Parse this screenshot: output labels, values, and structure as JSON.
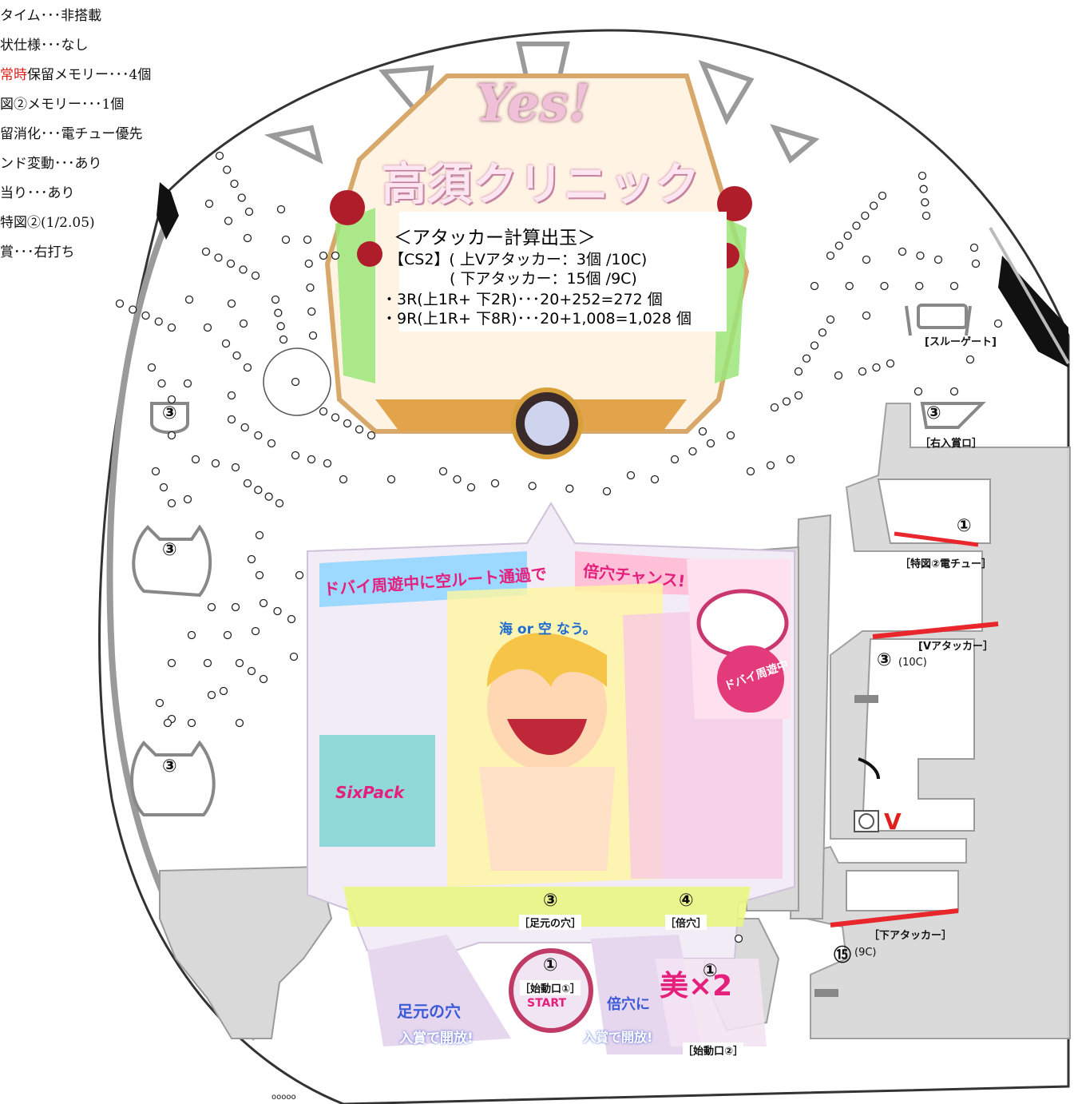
{
  "spec_lines": [
    {
      "text": "タイム･･･非搭載"
    },
    {
      "text": "状仕様･･･なし"
    },
    {
      "highlight": "常時",
      "text": "保留メモリー･･･4個"
    },
    {
      "text": "図②メモリー･･･1個"
    },
    {
      "text": "留消化･･･電チュー優先"
    },
    {
      "text": "ンド変動･･･あり"
    },
    {
      "text": "当り･･･あり"
    },
    {
      "text": "特図②(1/2.05)"
    },
    {
      "text": "賞･･･右打ち"
    }
  ],
  "attacker_calc": {
    "title": "＜アタッカー計算出玉＞",
    "cs2_line": "【CS2】( 上Vアタッカー：3個 /10C)",
    "cs2_line2": "( 下アタッカー：15個 /9C)",
    "round3": "・3R(上1R+ 下2R)･･･20+252=272 個",
    "round9": "・9R(上1R+ 下8R)･･･20+1,008=1,028 個"
  },
  "logo": {
    "top": "Yes!",
    "bottom": "高須クリニック"
  },
  "decals": {
    "banner": "ドバイ周遊中に空ルート通過で",
    "chance": "倍穴チャンス!",
    "route": "海 or 空 なう。",
    "sixpack": "SixPack",
    "dubai": "ドバイ周遊中",
    "ashimoto": "足元の穴",
    "nyusho": "入賞で開放!",
    "baiana": "倍穴に",
    "nyusho2": "入賞で開放!",
    "bi": "美×2",
    "start": "START"
  },
  "labels": {
    "through_gate": "[スルーゲート]",
    "right_pocket": "［右入賞ロ］",
    "tokuzu2_denchu": "［特図②電チュー］",
    "v_attacker": "[Vアタッカー］",
    "v_count": "(10C)",
    "shita_attacker": "［下アタッカー］",
    "shita_count": "(9C)",
    "ashimoto_ana": "［足元の穴］",
    "baiana_label": "［倍穴］",
    "shidoguchi1": "［始動口①］",
    "shidoguchi2": "［始動口②］",
    "v_mark": "V",
    "bottom_dots": "ooooo"
  },
  "numbers": {
    "left1": "③",
    "left2": "③",
    "left3": "③",
    "right_pocket": "③",
    "tokuzu2": "①",
    "v_attacker": "③",
    "shita": "⑮",
    "ashimoto": "③",
    "baiana": "④",
    "shidoguchi1": "①",
    "shidoguchi2": "①"
  },
  "colors": {
    "highlight": "#e0201c",
    "guide": "#d9d9d9",
    "attacker_bar": "#e8262b"
  }
}
